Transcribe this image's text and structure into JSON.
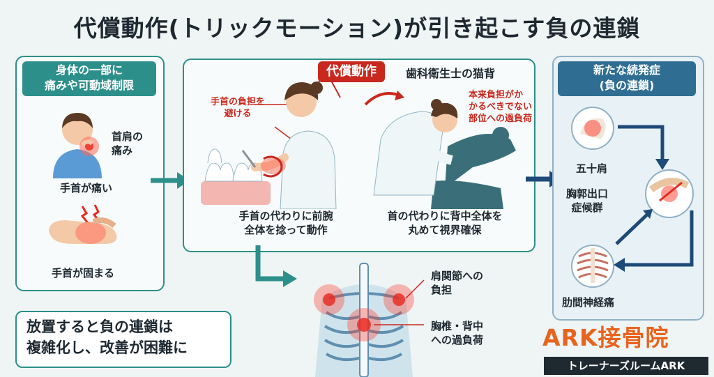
{
  "title": "代償動作(トリックモーション)が引き起こす負の連鎖",
  "left_panel": {
    "header_line1": "身体の一部に",
    "header_line2": "痛みや可動域制限",
    "neck_label_1": "首肩の",
    "neck_label_2": "痛み",
    "wrist_pain": "手首が痛い",
    "wrist_stiff": "手首が固まる"
  },
  "center_panel": {
    "badge": "代償動作",
    "subtitle": "歯科衛生士の猫背",
    "note_left_1": "手首の負担を",
    "note_left_2": "避ける",
    "note_right_1": "本来負担がか",
    "note_right_2": "かるべきでない",
    "note_right_3": "部位への過負荷",
    "caption_left_1": "手首の代わりに前腕",
    "caption_left_2": "全体を捻って動作",
    "caption_right_1": "首の代わりに背中全体を",
    "caption_right_2": "丸めて視界確保"
  },
  "body_labels": {
    "shoulder_1": "肩関節への",
    "shoulder_2": "負担",
    "spine_1": "胸椎・背中",
    "spine_2": "への過負荷"
  },
  "right_panel": {
    "header_line1": "新たな続発症",
    "header_line2": "(負の連鎖)",
    "frozen_shoulder": "五十肩",
    "tos_1": "胸郭出口",
    "tos_2": "症候群",
    "intercostal": "肋間神経痛"
  },
  "warning_1": "放置すると負の連鎖は",
  "warning_2": "複雑化し、改善が困難に",
  "brand": "ARK接骨院",
  "brand_sub": "トレーナーズルームARK",
  "colors": {
    "teal": "#2d8f8a",
    "red": "#c8281e",
    "orange": "#e8641e",
    "navy": "#1e4a78"
  }
}
